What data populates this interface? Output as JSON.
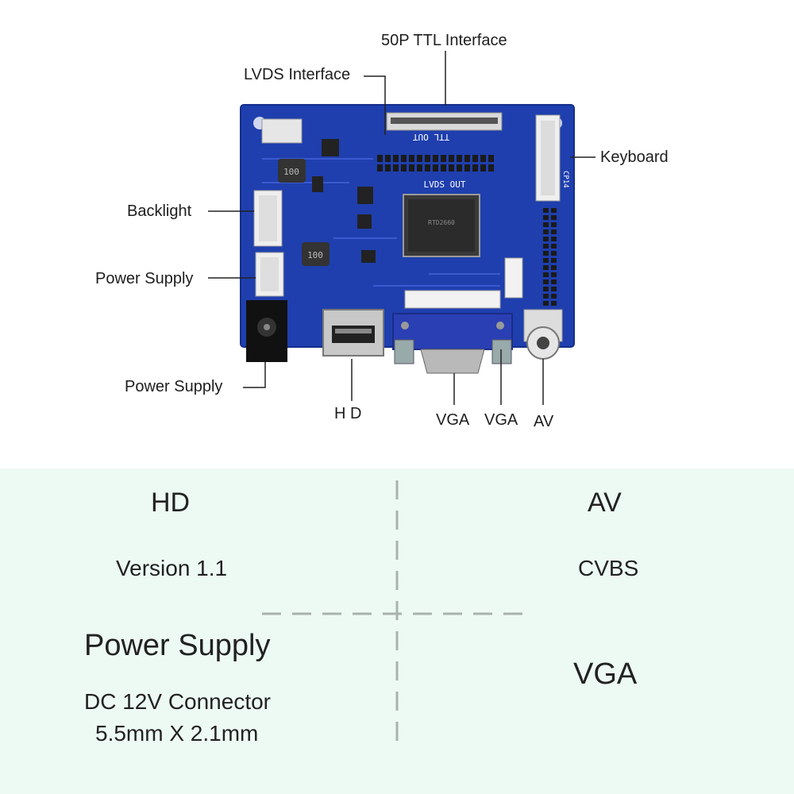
{
  "board": {
    "silkscreen_ttl": "TTL OUT",
    "silkscreen_lvds": "LVDS OUT",
    "silkscreen_cp": "CP14",
    "inductor_1": "100",
    "inductor_2": "100"
  },
  "callouts": {
    "ttl": "50P TTL Interface",
    "lvds": "LVDS Interface",
    "keyboard": "Keyboard",
    "backlight": "Backlight",
    "power_supply_1": "Power Supply",
    "power_supply_2": "Power Supply",
    "hd": "H D",
    "vga_1": "VGA",
    "vga_2": "VGA",
    "av": "AV"
  },
  "specs": {
    "hd_title": "HD",
    "hd_version": "Version 1.1",
    "av_title": "AV",
    "av_sub": "CVBS",
    "power_title": "Power Supply",
    "power_line1": "DC 12V Connector",
    "power_line2": "5.5mm X 2.1mm",
    "vga_title": "VGA"
  },
  "colors": {
    "pcb": "#1f3fae",
    "pcb_dark": "#152f8c",
    "bottom_panel": "#edfaf3",
    "divider": "#a9b2ad",
    "vga_connector": "#2a3fb3"
  }
}
